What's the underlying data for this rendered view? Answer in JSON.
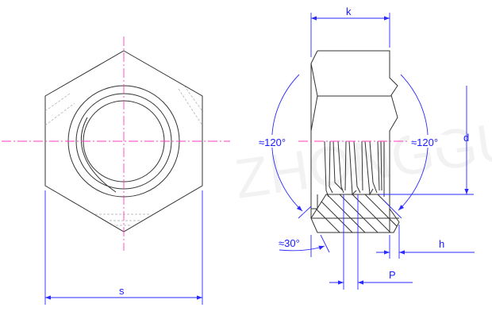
{
  "diagram": {
    "title": "Hex nut technical drawing",
    "labels": {
      "s": "s",
      "k": "k",
      "d": "d",
      "h": "h",
      "p": "P",
      "angle_left": "≈120°",
      "angle_right": "≈120°",
      "chamfer": "≈30°"
    },
    "watermark": "ZHONGGU",
    "colors": {
      "object": "#333333",
      "dimension": "#2a2aff",
      "centerline": "#ff3fbf"
    }
  }
}
